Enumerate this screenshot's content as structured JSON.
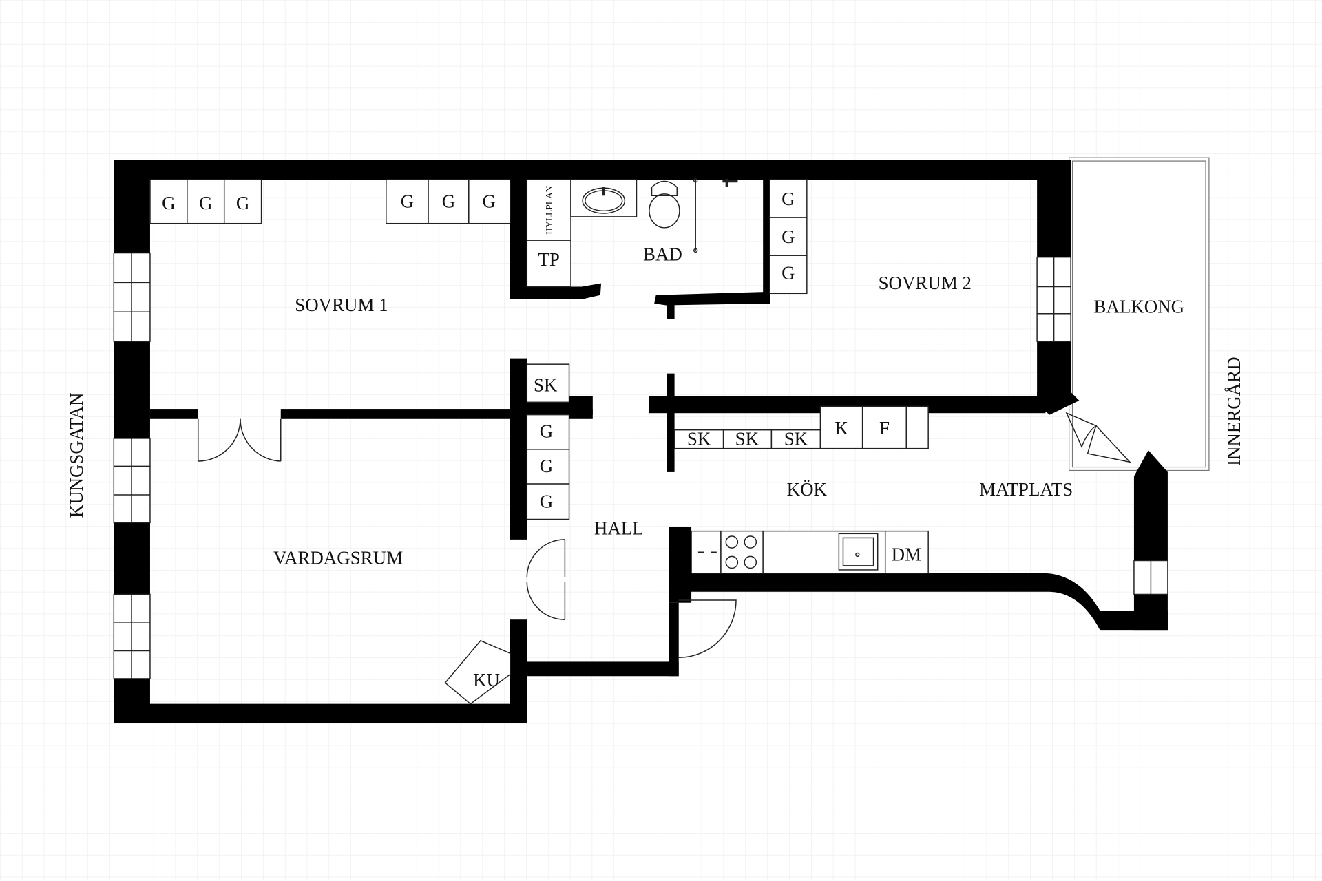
{
  "plan": {
    "rooms": {
      "sovrum1": "SOVRUM 1",
      "sovrum2": "SOVRUM 2",
      "bad": "BAD",
      "balkong": "BALKONG",
      "vardagsrum": "VARDAGSRUM",
      "hall": "HALL",
      "kok": "KÖK",
      "matplats": "MATPLATS"
    },
    "streets": {
      "left": "KUNGSGATAN",
      "right": "INNERGÅRD"
    },
    "fixtures": {
      "g": "G",
      "sk": "SK",
      "tp": "TP",
      "hyllplan": "HYLLPLAN",
      "k": "K",
      "f": "F",
      "dm": "DM",
      "ku": "KU"
    }
  }
}
